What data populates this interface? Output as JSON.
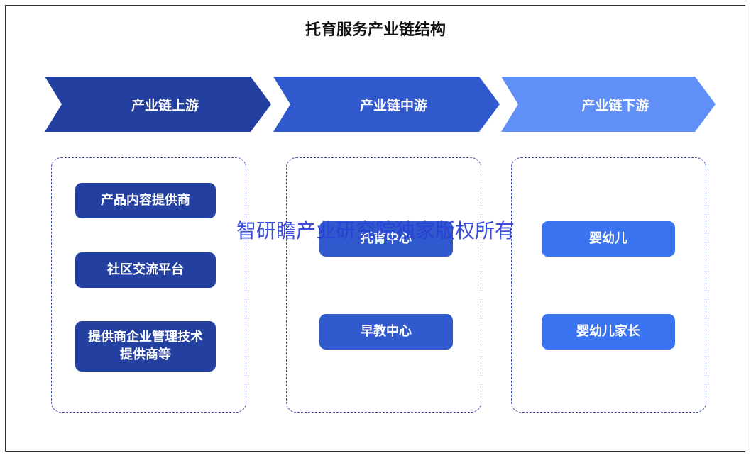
{
  "title": "托育服务产业链结构",
  "stages": [
    {
      "label": "产业链上游",
      "color": "#2340a0"
    },
    {
      "label": "产业链中游",
      "color": "#2f59cd"
    },
    {
      "label": "产业链下游",
      "color": "#5f8ff7"
    }
  ],
  "upstream": {
    "items": [
      "产品内容提供商",
      "社区交流平台",
      "提供商企业管理技术提供商等"
    ],
    "item3_line1": "提供商企业管理技术",
    "item3_line2": "提供商等"
  },
  "midstream": {
    "items": [
      "托育中心",
      "早教中心"
    ]
  },
  "downstream": {
    "items": [
      "婴幼儿",
      "婴幼儿家长"
    ]
  },
  "watermark": "智研瞻产业研究院独家版权所有"
}
